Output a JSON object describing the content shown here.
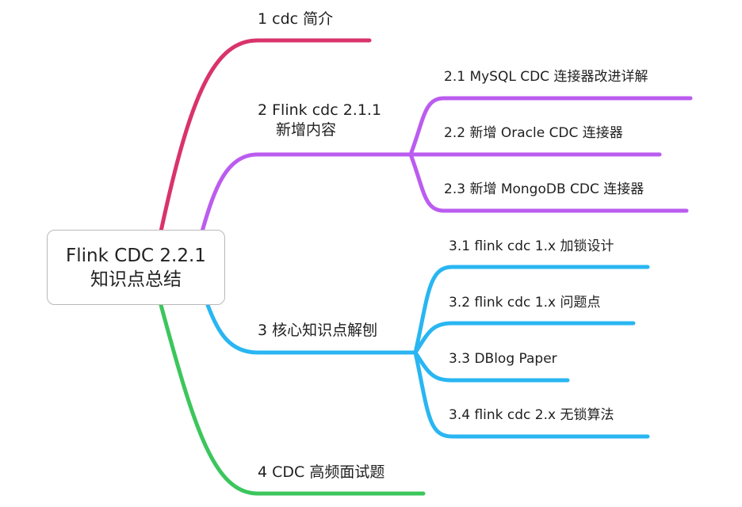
{
  "root": {
    "line1": "Flink CDC 2.2.1",
    "line2": "知识点总结"
  },
  "colors": {
    "branch1": "#d9336a",
    "branch2": "#bb5cf0",
    "branch3": "#29b6f2",
    "branch4": "#3cc65c"
  },
  "branches": [
    {
      "label": "1 cdc 简介",
      "children": []
    },
    {
      "label_line1": "2 Flink cdc 2.1.1",
      "label_line2": "新增内容",
      "children": [
        "2.1 MySQL CDC 连接器改进详解",
        "2.2  新增 Oracle CDC 连接器",
        "2.3 新增 MongoDB CDC 连接器"
      ]
    },
    {
      "label": "3 核心知识点解刨",
      "children": [
        "3.1 flink cdc 1.x 加锁设计",
        "3.2 flink cdc 1.x 问题点",
        "3.3 DBlog Paper",
        "3.4 flink cdc 2.x 无锁算法"
      ]
    },
    {
      "label": "4 CDC 高频面试题",
      "children": []
    }
  ]
}
